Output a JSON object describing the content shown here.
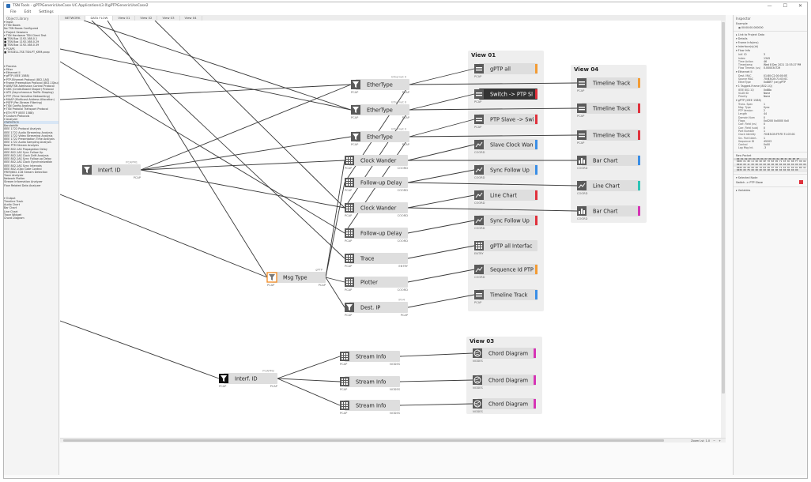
{
  "window": {
    "title": "TSN Tools - gPTPGenericUseCase UC.Applications\\3.0\\gPTPGenericUseCase2",
    "minimize": "—",
    "maximize": "☐",
    "close": "✕"
  },
  "menu": [
    "File",
    "Edit",
    "Settings"
  ],
  "left_panel": {
    "header": "Object Library",
    "sections": [
      {
        "name": "input",
        "lines": [
          "▾ Input",
          "  ▾ TSN Boxes",
          "     No TSN Boxes Configured",
          "  ▾ Project Sessions",
          "     ▾ TSN Hardware  TSN Client Test",
          "        ■ TSN Box 1192.168.0.1",
          "        ■ TSN Box 1192.168.0.29",
          "        ■ TSN Box 1192.168.0.39",
          "  ▾ PCAPS",
          "     ■ TESSELL-TSE.TSN-PT_KRM.pcap"
        ]
      },
      {
        "name": "process",
        "lines": [
          "▾ Process",
          "  ▾ Filter",
          "     ▾ Ethernet II",
          "     ▾ gPTP (IEEE 1588)",
          "     ▾ PTP-Ethernet Protocol (802.1AS)",
          "     ▾ Frame Preemption Protocol (802.1Qbu)",
          "     ▾ AVB/TSN Admission Control Protocol",
          "     ▾ CBS (Credit-Based Shaper) Protocol",
          "     ▾ ATS (Asynchronous Traffic Shaping)",
          "     ▾ PTP (Time Sensitive Networking)",
          "     ▾ MAAP (Multicast Address Allocation)",
          "     ▾ PSFP (Per-Stream Filtering)",
          "     ▾ TSN Config Analysis",
          "     ▾ TSN Protocol Transport Protocol",
          "     ▾ ETH PTP (IEEE 1588)",
          "  ▾ Custom Protocols",
          "  ▾ Analyzer",
          "     STATISTICS",
          "     Bandwidth",
          "     IEEE 1722 Protocol Analysis",
          "     IEEE 1722 Audio Streaming Analysis",
          "     IEEE 1722 Video Streaming Analysis",
          "     IEEE 1722 Presentation Time Analysis",
          "     IEEE 1722 Audio Sampling Analysis",
          "     Best PTM Stream Analysis",
          "     IEEE 802.1AS Propagation Delay",
          "     IEEE 802.1AS Sync Follow Up",
          "     IEEE 802.1AS Clock Drift Analysis",
          "     IEEE 802.1AS Sync Follow-up Delay",
          "     IEEE 802.1AS Clock Synchronization",
          "     IEEE 802.1AS Sync Intervals",
          "     IEEE 802.1Qbv Gate Control",
          "     FRER/802.1CB Stream Detection",
          "     Trace Analyzer",
          "     Network Plotter",
          "     Stream Information Analyzer",
          "     Flow Related Data Analyzer"
        ]
      },
      {
        "name": "output",
        "lines": [
          "▾ Output",
          "     Timeline Track",
          "     Audio Chart",
          "     Bar Chart",
          "     Line Chart",
          "     Trace Widget",
          "     Chord Diagram"
        ]
      }
    ]
  },
  "tabs": [
    "NETWORK",
    "DATA FLOW",
    "View 01",
    "View 02",
    "View 03",
    "View 04"
  ],
  "active_tab": 1,
  "canvas": {
    "nodes": [
      {
        "id": "interf1",
        "title": "Interf. ID",
        "caption": "PCAPM1",
        "in_port": "",
        "out_port": "PCAP",
        "icon": "filter",
        "accent": ""
      },
      {
        "id": "interf2",
        "title": "Interf. ID",
        "caption": "PCAPM2",
        "in_port": "PCAP",
        "out_port": "PCAP",
        "icon": "filter-dark",
        "accent": ""
      },
      {
        "id": "eth1",
        "title": "EtherType",
        "caption": "Ethernet II",
        "in_port": "PCAP",
        "out_port": "PCAP",
        "icon": "filter",
        "accent": ""
      },
      {
        "id": "eth2",
        "title": "EtherType",
        "caption": "Ethernet II",
        "in_port": "PCAP",
        "out_port": "PCAP",
        "icon": "filter",
        "accent": ""
      },
      {
        "id": "eth3",
        "title": "EtherType",
        "caption": "Ethernet II",
        "in_port": "PCAP",
        "out_port": "PCAP",
        "icon": "filter",
        "accent": ""
      },
      {
        "id": "msgtype",
        "title": "Msg Type",
        "caption": "gPTP",
        "in_port": "PCAP",
        "out_port": "PCAP",
        "icon": "filter-orange",
        "accent": ""
      },
      {
        "id": "cw1",
        "title": "Clock Wander",
        "caption": "",
        "in_port": "PCAP",
        "out_port": "COORD",
        "icon": "grid",
        "accent": ""
      },
      {
        "id": "fud1",
        "title": "Follow-up Delay",
        "caption": "",
        "in_port": "PCAP",
        "out_port": "COORD",
        "icon": "grid",
        "accent": ""
      },
      {
        "id": "cw2",
        "title": "Clock Wander",
        "caption": "",
        "in_port": "PCAP",
        "out_port": "COORD",
        "icon": "grid",
        "accent": ""
      },
      {
        "id": "fud2",
        "title": "Follow-up Delay",
        "caption": "",
        "in_port": "PCAP",
        "out_port": "COORD",
        "icon": "grid",
        "accent": ""
      },
      {
        "id": "trace",
        "title": "Trace",
        "caption": "",
        "in_port": "PCAP",
        "out_port": "ENTRY",
        "icon": "grid",
        "accent": ""
      },
      {
        "id": "plotter",
        "title": "Plotter",
        "caption": "",
        "in_port": "PCAP",
        "out_port": "COORD",
        "icon": "grid",
        "accent": ""
      },
      {
        "id": "destip",
        "title": "Dest. IP",
        "caption": "IPv4",
        "in_port": "PCAP",
        "out_port": "PCAP",
        "icon": "filter",
        "accent": ""
      },
      {
        "id": "si1",
        "title": "Stream Info",
        "caption": "",
        "in_port": "PCAP",
        "out_port": "NODES",
        "icon": "grid",
        "accent": ""
      },
      {
        "id": "si2",
        "title": "Stream Info",
        "caption": "",
        "in_port": "PCAP",
        "out_port": "NODES",
        "icon": "grid",
        "accent": ""
      },
      {
        "id": "si3",
        "title": "Stream Info",
        "caption": "",
        "in_port": "PCAP",
        "out_port": "NODES",
        "icon": "grid",
        "accent": ""
      },
      {
        "id": "v1a",
        "title": "gPTP all",
        "caption": "",
        "in_port": "PCAP",
        "out_port": "",
        "icon": "timeline",
        "accent": "#f39c34"
      },
      {
        "id": "v1b",
        "title": "Switch -> PTP Sl",
        "caption": "",
        "in_port": "PCAP",
        "out_port": "",
        "icon": "timeline",
        "accent": "#e0313c",
        "dark": true
      },
      {
        "id": "v1c",
        "title": "PTP Slave -> Swi",
        "caption": "",
        "in_port": "PCAP",
        "out_port": "",
        "icon": "timeline",
        "accent": "#e0313c"
      },
      {
        "id": "v1d",
        "title": "Slave Clock Wan",
        "caption": "",
        "in_port": "COORD",
        "out_port": "",
        "icon": "line",
        "accent": "#3a8ee6"
      },
      {
        "id": "v1e",
        "title": "Sync Follow Up",
        "caption": "",
        "in_port": "COORD",
        "out_port": "",
        "icon": "line",
        "accent": "#3a8ee6"
      },
      {
        "id": "v1f",
        "title": "Line Chart",
        "caption": "",
        "in_port": "COORD",
        "out_port": "",
        "icon": "line",
        "accent": "#e0313c"
      },
      {
        "id": "v1g",
        "title": "Sync Follow Up",
        "caption": "",
        "in_port": "COORD",
        "out_port": "",
        "icon": "line",
        "accent": "#e0313c"
      },
      {
        "id": "v1h",
        "title": "gPTP all Interfac",
        "caption": "",
        "in_port": "ENTRY",
        "out_port": "",
        "icon": "grid",
        "accent": ""
      },
      {
        "id": "v1i",
        "title": "Sequence Id PTP",
        "caption": "",
        "in_port": "COORD",
        "out_port": "",
        "icon": "line",
        "accent": "#f39c34"
      },
      {
        "id": "v1j",
        "title": "Timeline Track",
        "caption": "",
        "in_port": "PCAP",
        "out_port": "",
        "icon": "timeline",
        "accent": "#3a8ee6"
      },
      {
        "id": "v4a",
        "title": "Timeline Track",
        "caption": "",
        "in_port": "PCAP",
        "out_port": "",
        "icon": "timeline",
        "accent": "#f39c34"
      },
      {
        "id": "v4b",
        "title": "Timeline Track",
        "caption": "",
        "in_port": "PCAP",
        "out_port": "",
        "icon": "timeline",
        "accent": "#e0313c"
      },
      {
        "id": "v4c",
        "title": "Timeline Track",
        "caption": "",
        "in_port": "PCAP",
        "out_port": "",
        "icon": "timeline",
        "accent": "#e0313c"
      },
      {
        "id": "v4d",
        "title": "Bar Chart",
        "caption": "",
        "in_port": "COORD",
        "out_port": "",
        "icon": "bar",
        "accent": "#3a8ee6"
      },
      {
        "id": "v4e",
        "title": "Line Chart",
        "caption": "",
        "in_port": "COORD",
        "out_port": "",
        "icon": "line",
        "accent": "#2ec4b6"
      },
      {
        "id": "v4f",
        "title": "Bar Chart",
        "caption": "",
        "in_port": "COORD",
        "out_port": "",
        "icon": "bar",
        "accent": "#d633b5"
      },
      {
        "id": "v3a",
        "title": "Chord Diagram",
        "caption": "",
        "in_port": "NODES",
        "out_port": "",
        "icon": "chord",
        "accent": "#d633b5"
      },
      {
        "id": "v3b",
        "title": "Chord Diagram",
        "caption": "",
        "in_port": "NODES",
        "out_port": "",
        "icon": "chord",
        "accent": "#d633b5"
      },
      {
        "id": "v3c",
        "title": "Chord Diagram",
        "caption": "",
        "in_port": "NODES",
        "out_port": "",
        "icon": "chord",
        "accent": "#d633b5"
      }
    ],
    "views": [
      {
        "id": "view01",
        "title": "View 01"
      },
      {
        "id": "view04",
        "title": "View 04"
      },
      {
        "id": "view03",
        "title": "View 03"
      }
    ],
    "edges": [
      [
        "interf1",
        "eth1"
      ],
      [
        "interf1",
        "eth3"
      ],
      [
        "interf1",
        "cw1"
      ],
      [
        "interf1",
        "cw2"
      ],
      [
        "eth1",
        "v1a"
      ],
      [
        "eth1",
        "v4a"
      ],
      [
        "eth1",
        "fud1"
      ],
      [
        "eth2",
        "v1b"
      ],
      [
        "eth2",
        "v4b"
      ],
      [
        "eth2",
        "cw2"
      ],
      [
        "eth3",
        "v1c"
      ],
      [
        "eth3",
        "v4c"
      ],
      [
        "eth3",
        "fud2"
      ],
      [
        "cw1",
        "v1d"
      ],
      [
        "cw1",
        "v4d"
      ],
      [
        "fud1",
        "v1e"
      ],
      [
        "fud1",
        "v4e"
      ],
      [
        "cw2",
        "v1f"
      ],
      [
        "cw2",
        "v4f"
      ],
      [
        "fud2",
        "v1g"
      ],
      [
        "trace",
        "v1h"
      ],
      [
        "msgtype",
        "plotter"
      ],
      [
        "msgtype",
        "destip"
      ],
      [
        "msgtype",
        "cw1"
      ],
      [
        "msgtype",
        "fud1"
      ],
      [
        "plotter",
        "v1i"
      ],
      [
        "destip",
        "v1j"
      ],
      [
        "interf2",
        "si1"
      ],
      [
        "interf2",
        "si2"
      ],
      [
        "interf2",
        "si3"
      ],
      [
        "si1",
        "v3a"
      ],
      [
        "si2",
        "v3b"
      ],
      [
        "si3",
        "v3c"
      ]
    ],
    "external_edges": [
      [
        "top-eth2"
      ],
      [
        "top-msgtype"
      ],
      [
        "top-trace"
      ],
      [
        "left-eth2"
      ],
      [
        "left-msgtype"
      ],
      [
        "left-interf2"
      ],
      [
        "left-trace"
      ],
      [
        "left-fud2"
      ]
    ]
  },
  "zoom": {
    "label": "Zoom Lvl: 1.0",
    "minus": "−",
    "plus": "+"
  },
  "inspector": {
    "title": "Inspector",
    "subtitle": "Example",
    "time_value": "00:00:00.000000",
    "sections": [
      {
        "head": "▸ Link to Project Data",
        "rows": []
      },
      {
        "head": "▾ Details",
        "rows": []
      },
      {
        "head": "  ▾ Frame Info(ms)",
        "rows": []
      },
      {
        "head": "    ▾ Interface(s)(id)",
        "rows": []
      },
      {
        "head": "     ▾ Flow Info",
        "rows": [
          {
            "k": "Intf. ID",
            "v": "3"
          },
          {
            "k": "Index",
            "v": "1345"
          },
          {
            "k": "Time Action",
            "v": "46"
          },
          {
            "k": "Timestamp",
            "v": "Wed 8 Dec 2021 12:53:27 PM"
          },
          {
            "k": "Flow Timestr. (us)",
            "v": "0.000034729"
          }
        ]
      },
      {
        "head": "     ▾ Ethernet II",
        "rows": [
          {
            "k": "Dest. MAC",
            "v": "01:80:C2:00:00:0E"
          },
          {
            "k": "Source MAC",
            "v": "70:B3:D5:71:03:0C"
          },
          {
            "k": "EtherType",
            "v": "0x88F7 (ce) gPTP"
          }
        ]
      },
      {
        "head": "     ▾ 1 Tagged-Frame (802.1Q)",
        "rows": [
          {
            "k": "IEEE 802.1Q",
            "v": "0x88a"
          },
          {
            "k": "VLAN ID",
            "v": "None"
          },
          {
            "k": "Priority",
            "v": "None"
          }
        ]
      },
      {
        "head": "     ▾ gPTP (IEEE 1588)",
        "rows": [
          {
            "k": "Trans. Spec",
            "v": "1"
          },
          {
            "k": "Msg. Type",
            "v": "Sync"
          },
          {
            "k": "PTP Version",
            "v": "2"
          },
          {
            "k": "Length",
            "v": "44"
          },
          {
            "k": "Domain Num",
            "v": "0"
          },
          {
            "k": "Flags",
            "v": "0x0200 0x0000 0x0"
          },
          {
            "k": "Corr. Field (ns)",
            "v": "0"
          },
          {
            "k": "Corr. Field (sub)",
            "v": "0"
          },
          {
            "k": "Port Number",
            "v": "1"
          },
          {
            "k": "Clock Identity",
            "v": "70:B3:D5:FF:FE:71:03:0C"
          },
          {
            "k": "Src. Port Ident.",
            "v": "1"
          },
          {
            "k": "Sequence ID",
            "v": "45203"
          },
          {
            "k": "Control",
            "v": "0x00"
          },
          {
            "k": "Log Msg Int.",
            "v": "-3"
          }
        ]
      }
    ],
    "raw_header": "Raw Packet",
    "hex_head": "00   01 02 03 04 05 06 07  08 09 0A 0B 0C 0D 0E 0F",
    "hex_rows": [
      "0000  01 80 C2 00  00 0E 70 B3  D5 71 03 0C  88 F7 00 02",
      "0010  00 2C 00 00  02 00 00 00  00 00 00 00  00 00 00 00",
      "0020  00 00 00 00  70 B3 D5 FF  FE 71 03 0C  00 01 B0 93",
      "0030  00 FD 00 00  00 00 00 00  00 00 00 00  00 00"
    ],
    "selected_nodes": "▾ Selected Node",
    "selected_value": "Switch -> PTP Slave",
    "selected_color": "#e0313c",
    "variables": "▸ Variables"
  }
}
